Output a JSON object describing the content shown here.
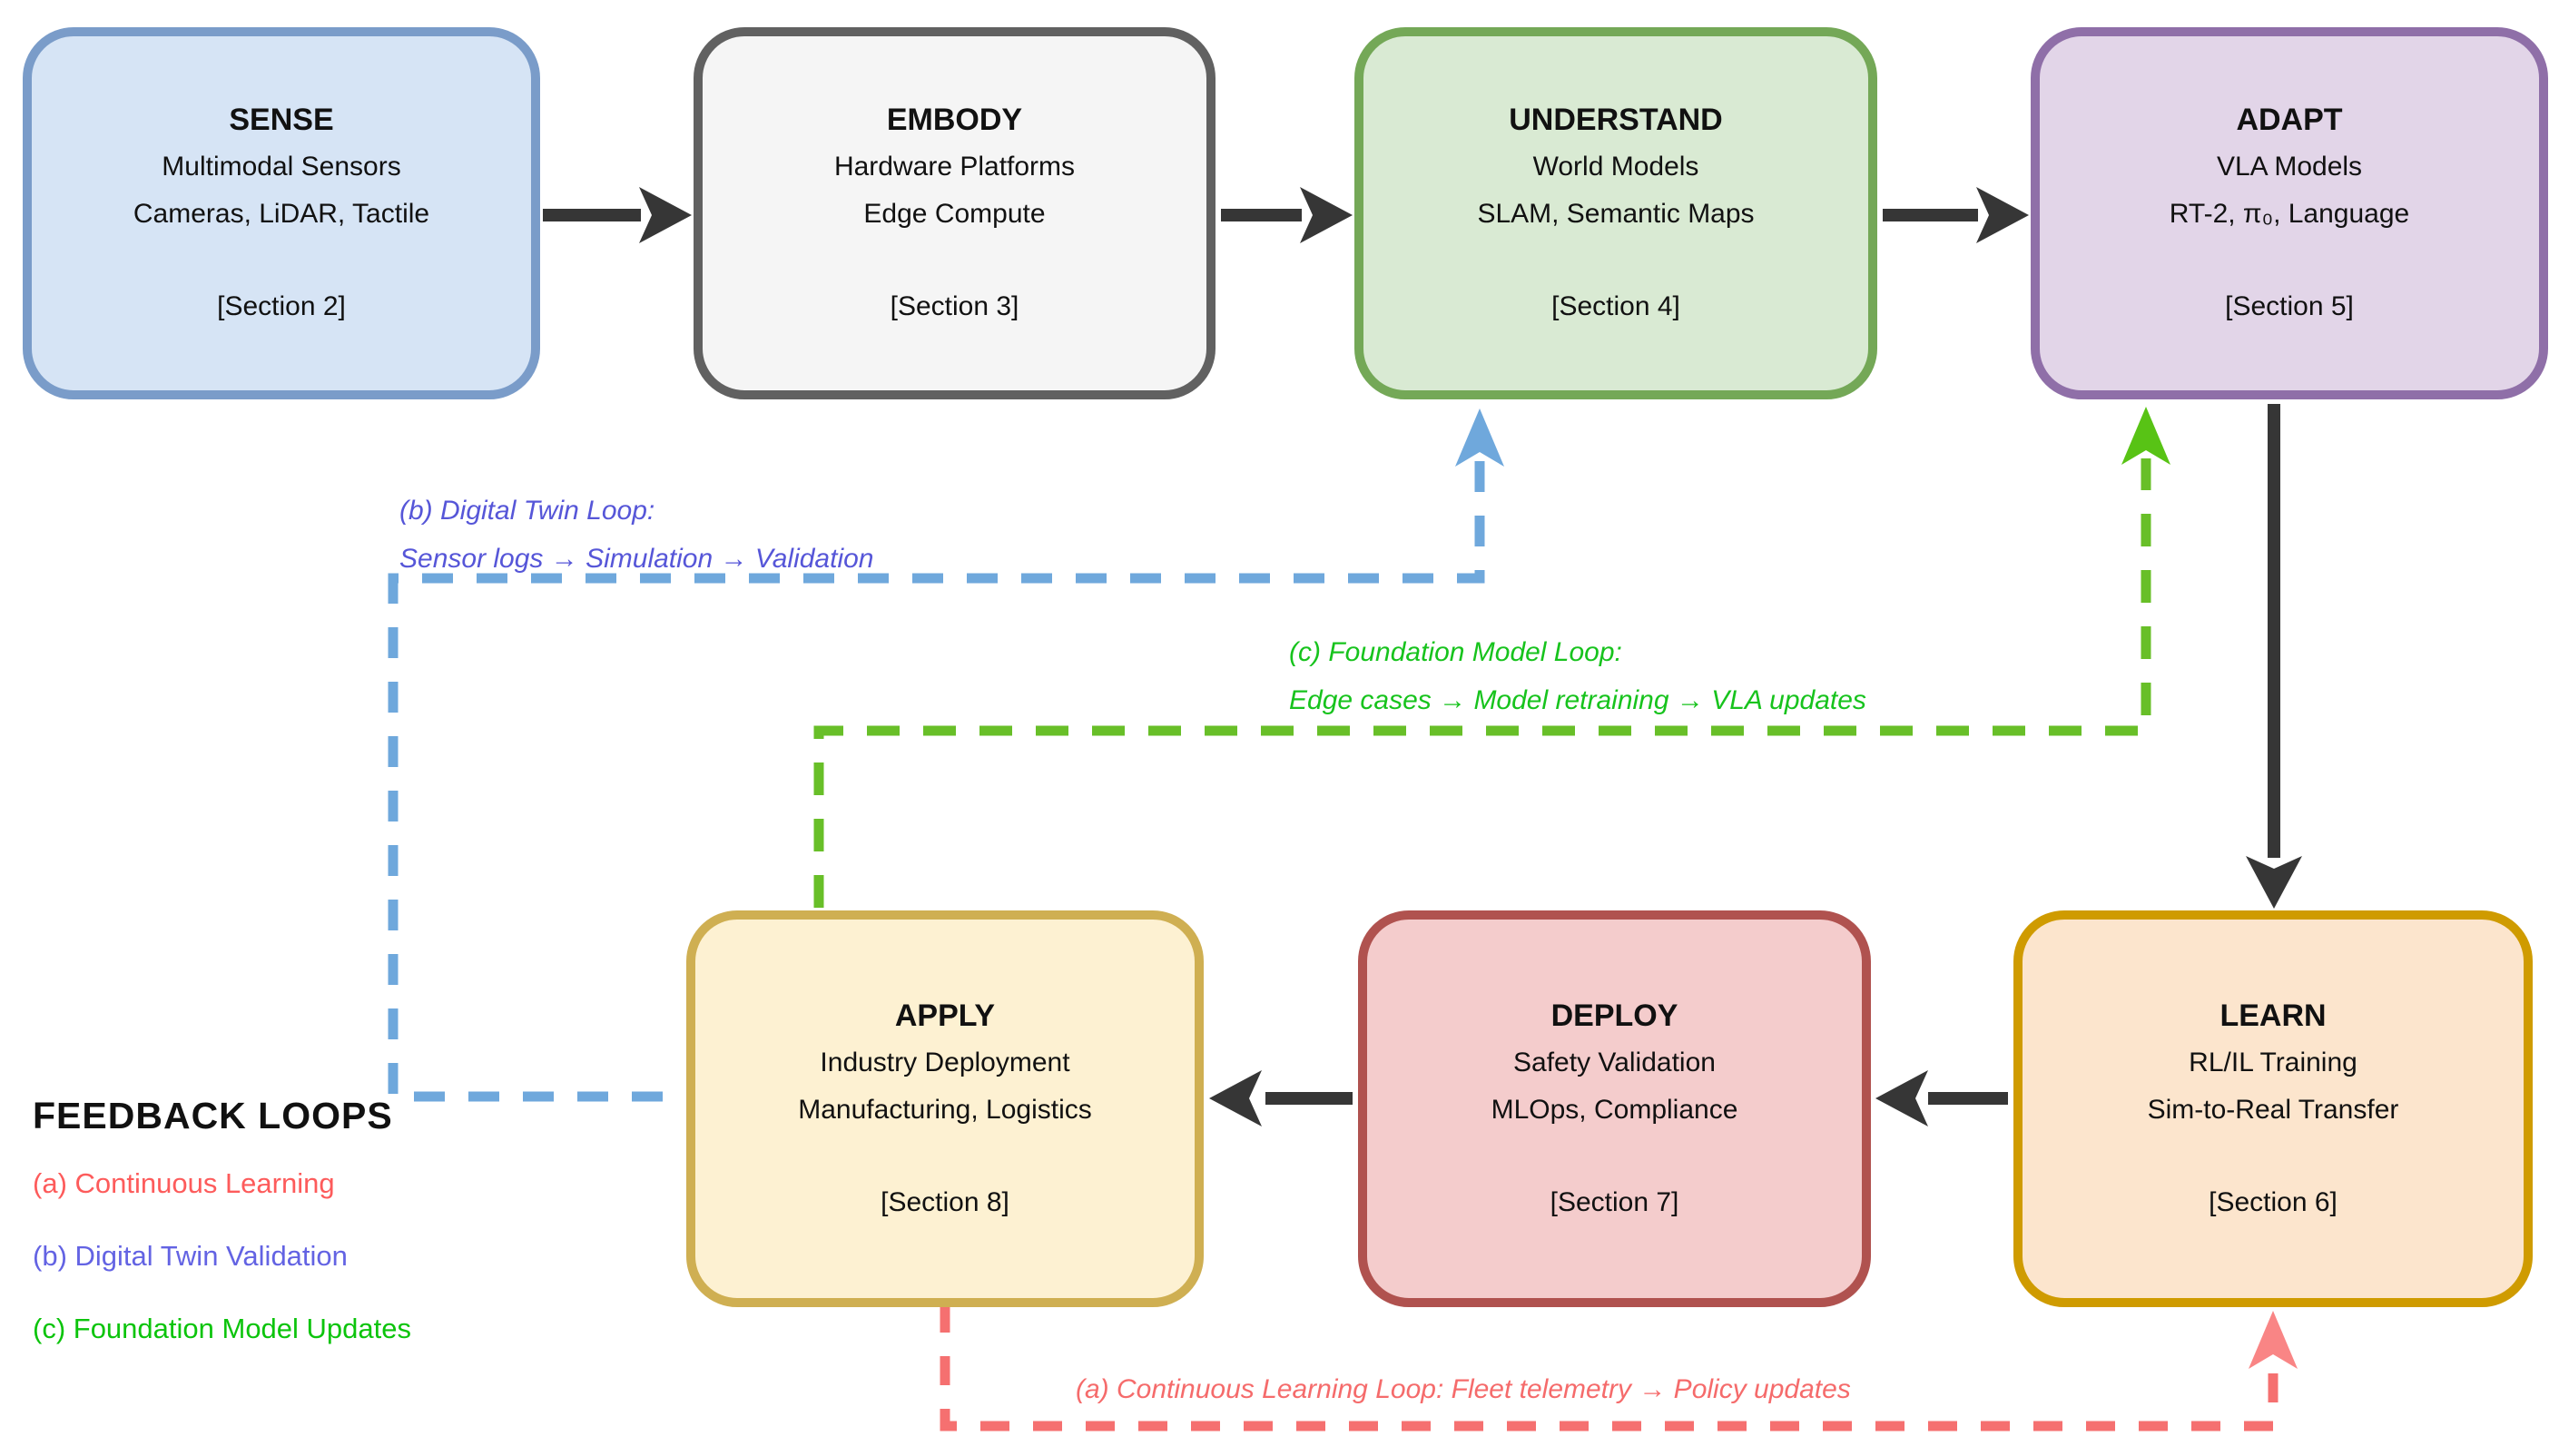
{
  "diagram": {
    "boxes": [
      {
        "title": "SENSE",
        "line1": "Multimodal Sensors",
        "line2": "Cameras, LiDAR, Tactile",
        "section": "[Section 2]",
        "fill": "#d6e4f5",
        "border": "#7a9cc9"
      },
      {
        "title": "EMBODY",
        "line1": "Hardware Platforms",
        "line2": "Edge Compute",
        "section": "[Section 3]",
        "fill": "#f5f5f5",
        "border": "#616161"
      },
      {
        "title": "UNDERSTAND",
        "line1": "World Models",
        "line2": "SLAM, Semantic Maps",
        "section": "[Section 4]",
        "fill": "#d9ead3",
        "border": "#74a857"
      },
      {
        "title": "ADAPT",
        "line1": "VLA Models",
        "line2": "RT-2, π₀, Language",
        "section": "[Section 5]",
        "fill": "#e2d5e8",
        "border": "#8f6fa8"
      },
      {
        "title": "LEARN",
        "line1": "RL/IL Training",
        "line2": "Sim-to-Real Transfer",
        "section": "[Section 6]",
        "fill": "#fce5cd",
        "border": "#cf9b00"
      },
      {
        "title": "DEPLOY",
        "line1": "Safety Validation",
        "line2": "MLOps, Compliance",
        "section": "[Section 7]",
        "fill": "#f4cccc",
        "border": "#b0524f"
      },
      {
        "title": "APPLY",
        "line1": "Industry Deployment",
        "line2": "Manufacturing, Logistics",
        "section": "[Section 8]",
        "fill": "#fdf1d2",
        "border": "#cfaf52"
      }
    ],
    "arrow_color": "#363636",
    "loops": {
      "a": {
        "label": "(a) Continuous Learning Loop: Fleet telemetry → Policy updates",
        "line_color": "#f57070",
        "head_color": "#f98585",
        "text_color": "#f56b6b"
      },
      "b": {
        "label_line1": "(b) Digital Twin Loop:",
        "label_line2": "Sensor logs → Simulation → Validation",
        "line_color": "#6fa8dc",
        "head_color": "#6fa8dc",
        "text_color": "#5656d8"
      },
      "c": {
        "label_line1": "(c) Foundation Model Loop:",
        "label_line2": "Edge cases → Model retraining → VLA updates",
        "line_color": "#68bf28",
        "head_color": "#58c315",
        "text_color": "#17c31d"
      }
    },
    "legend": {
      "title": "FEEDBACK LOOPS",
      "items": [
        {
          "label": "(a) Continuous Learning",
          "color": "#fd5b5b"
        },
        {
          "label": "(b) Digital Twin Validation",
          "color": "#6363e3"
        },
        {
          "label": "(c) Foundation Model Updates",
          "color": "#0cc40c"
        }
      ]
    }
  }
}
